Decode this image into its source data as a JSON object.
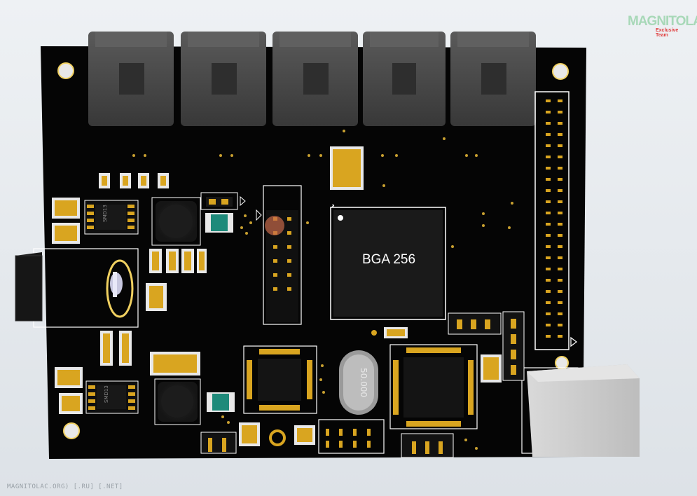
{
  "watermark": {
    "logo_main": "MAGNITOLA",
    "logo_sub": "Exclusive Team",
    "footer": "MAGNITOLAC.ORG) [.RU] [.NET]"
  },
  "board": {
    "bga_label": "BGA 256",
    "crystal_label": "50.000",
    "ic_top_label": "SMD13",
    "ic_bottom_label": "SMD13"
  },
  "colors": {
    "pcb": "#050505",
    "silkscreen": "#ffffff",
    "gold": "#d9a520",
    "connector": "#4a4a4a",
    "usb": "#c8c8c8"
  }
}
